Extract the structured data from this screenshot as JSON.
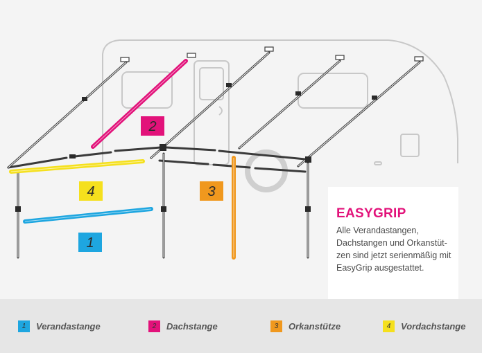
{
  "info_box": {
    "title": "EASYGRIP",
    "text_lines": [
      "Alle Verandastangen,",
      "Dachstangen und Orkanstüt-",
      "zen sind jetzt serienmäßig mit",
      "EasyGrip ausgestattet."
    ]
  },
  "parts": [
    {
      "number": "1",
      "label": "Verandastange",
      "color": "#1ea6e0"
    },
    {
      "number": "2",
      "label": "Dachstange",
      "color": "#e2127a"
    },
    {
      "number": "3",
      "label": "Orkanstütze",
      "color": "#f0981e"
    },
    {
      "number": "4",
      "label": "Vordachstange",
      "color": "#f5e01d"
    }
  ],
  "colors": {
    "frame": "#3a3a3a",
    "caravan_outline": "#c8c8c8",
    "background": "#f4f4f4",
    "legend_background": "#e6e6e6"
  }
}
